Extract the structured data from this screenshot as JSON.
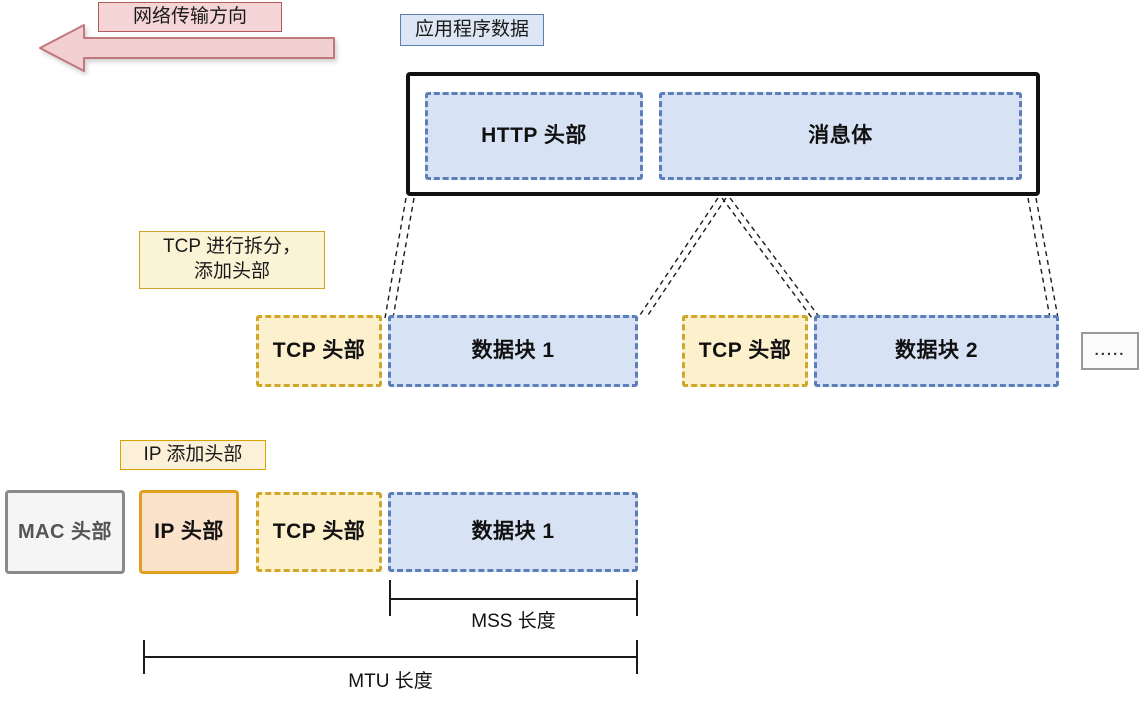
{
  "diagram": {
    "title_direction": "网络传输方向",
    "app_data_label": "应用程序数据",
    "tcp_note_line1": "TCP 进行拆分，",
    "tcp_note_line2": "添加头部",
    "ip_note": "IP 添加头部",
    "ellipsis": ".....",
    "colors": {
      "app_chip_fill": "#dce6f4",
      "app_chip_border": "#5b7fb3",
      "arrow_fill": "#f2d0d2",
      "arrow_border": "#c0787c",
      "direction_chip_fill": "#f6d5d6",
      "direction_chip_border": "#b35a5e",
      "data_block_fill": "#d7e3f5",
      "data_block_border": "#5d7fb9",
      "tcp_header_fill": "#fcf0cd",
      "tcp_header_border": "#cfa72b",
      "ip_header_fill": "#fbe2cb",
      "ip_header_border": "#e0a01d",
      "mac_header_fill": "#f5f5f5",
      "mac_header_border": "#8a8a8a",
      "outer_border": "#111111"
    }
  },
  "layers": {
    "application": {
      "blocks": [
        {
          "label": "HTTP 头部",
          "style": "blue"
        },
        {
          "label": "消息体",
          "style": "blue"
        }
      ]
    },
    "transport": {
      "blocks": [
        {
          "label": "TCP 头部",
          "style": "yellow"
        },
        {
          "label": "数据块 1",
          "style": "blue"
        },
        {
          "label": "TCP 头部",
          "style": "yellow"
        },
        {
          "label": "数据块 2",
          "style": "blue"
        }
      ]
    },
    "network": {
      "blocks": [
        {
          "label": "MAC 头部",
          "style": "mac"
        },
        {
          "label": "IP 头部",
          "style": "ip"
        },
        {
          "label": "TCP 头部",
          "style": "yellow"
        },
        {
          "label": "数据块 1",
          "style": "blue"
        }
      ]
    }
  },
  "measurements": [
    {
      "name": "mss",
      "label": "MSS 长度"
    },
    {
      "name": "mtu",
      "label": "MTU 长度"
    }
  ]
}
